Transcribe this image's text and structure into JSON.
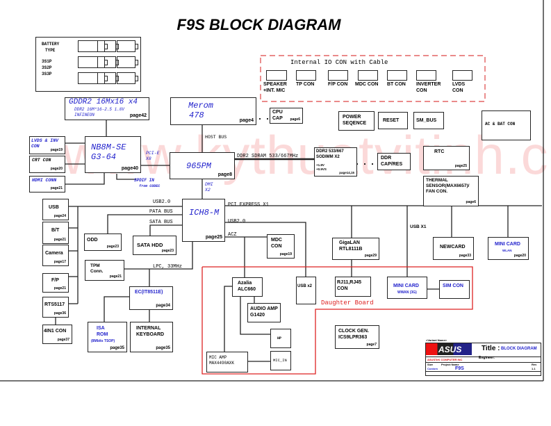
{
  "title": "F9S  BLOCK DIAGRAM",
  "watermark": "www.kythuatvitinh.com",
  "battery": {
    "label1": "BATTERY",
    "label2": "TYPE",
    "types": [
      "3S1P",
      "3S2P",
      "3S3P"
    ]
  },
  "internal_io": {
    "title": "Internal IO CON with Cable",
    "items": [
      [
        "SPEAKER",
        "+INT. MIC"
      ],
      [
        "TP CON",
        ""
      ],
      [
        "F/P CON",
        ""
      ],
      [
        "MDC CON",
        ""
      ],
      [
        "BT CON",
        ""
      ],
      [
        "INVERTER",
        "CON"
      ],
      [
        "LVDS",
        "CON"
      ]
    ]
  },
  "gddr": {
    "l1": "GDDR2 16Mx16 x4",
    "l2": "DDR2 16M*16-2.5 1.8V",
    "l3": "INFINEON",
    "page": "page42"
  },
  "merom": {
    "l1": "Merom",
    "l2": "478",
    "page": "page4"
  },
  "cpucap": {
    "l1": "CPU",
    "l2": "CAP",
    "page": "page6"
  },
  "power": {
    "l1": "POWER",
    "l2": "SEQENCE"
  },
  "reset": "RESET",
  "smbus": "SM_BUS",
  "acbat": "AC & BAT CON",
  "lvds": {
    "l1": "LVDS & INV",
    "l2": "CON",
    "page": "page19"
  },
  "crt": {
    "l1": "CRT CON",
    "page": "page20"
  },
  "hdmi": {
    "l1": "HDMI CONN",
    "page": "page21"
  },
  "nb": {
    "l1": "NB8M-SE",
    "l2": "G3-64",
    "page": "page40"
  },
  "pcie": {
    "l1": "PCI-E",
    "l2": "X8"
  },
  "spdif": {
    "l1": "SPDIF IN",
    "l2": "from CODEC"
  },
  "hostbus": "HOST BUS",
  "gmch": {
    "l1": "965PM",
    "page": "page8"
  },
  "ddrbus": "DDR2 SDRAM 533/667MHz",
  "sodimm": {
    "l1": "DDR2 533/667",
    "l2": "SODIMM X2",
    "l3": "+1.8V",
    "l4": "+0.9VS",
    "page": "page14,15"
  },
  "ddrcap": {
    "l1": "DDR",
    "l2": "CAP/RES"
  },
  "rtc": {
    "l1": "RTC",
    "page": "page25"
  },
  "thermal": {
    "l1": "THERMAL",
    "l2": "SENSOR(MAX6657)/",
    "l3": "FAN CON.",
    "page": "page6"
  },
  "dmi": {
    "l1": "DMI",
    "l2": "X2"
  },
  "ich": {
    "l1": "ICH8-M",
    "page": "page25"
  },
  "buses": {
    "usb_left": "USB2.0",
    "pata": "PATA BUS",
    "sata": "SATA BUS",
    "lpc": "LPC, 33MHz",
    "pcie_x1": "PCI EXPRESS X1",
    "usb_right": "USB2.0",
    "acz": "ACZ",
    "usbx1": "USB X1"
  },
  "left": [
    {
      "l1": "USB",
      "page": "page24"
    },
    {
      "l1": "B/T",
      "page": "page21"
    },
    {
      "l1": "Camera",
      "page": "page17"
    },
    {
      "l1": "F/P",
      "page": "page21"
    },
    {
      "l1": "RTS5117",
      "page": "page36"
    },
    {
      "l1": "4IN1 CON",
      "page": "page37"
    }
  ],
  "odd": {
    "l1": "ODD",
    "page": "page23"
  },
  "satahdd": {
    "l1": "SATA HDD",
    "page": "page23"
  },
  "tpm": {
    "l1": "TPM",
    "l2": "Conn.",
    "page": "page21"
  },
  "ec": {
    "l1": "EC(IT8511E)",
    "page": "page34"
  },
  "isarom": {
    "l1": "ISA",
    "l2": "ROM",
    "l3": "(8Mbits TSOP)",
    "page": "page35"
  },
  "kbd": {
    "l1": "INTERNAL",
    "l2": "KEYBOARD",
    "page": "page35"
  },
  "mdc": {
    "l1": "MDC",
    "l2": "CON",
    "page": "page19"
  },
  "daughter": "Daughter Board",
  "azalia": {
    "l1": "Azalia",
    "l2": "ALC660"
  },
  "audioamp": {
    "l1": "AUDIO AMP",
    "l2": "G1420"
  },
  "hp": "HP",
  "micamp": {
    "l1": "MIC AMP",
    "l2": "MAX4490AXK"
  },
  "micin": "MIC_IN",
  "usbx2": "USB x2",
  "gigalan": {
    "l1": "GigaLAN",
    "l2": "RTL8111B",
    "page": "page29"
  },
  "rj": {
    "l1": "RJ11,RJ45",
    "l2": "CON"
  },
  "wwan": {
    "l1": "MINI CARD",
    "l2": "WWAN (3G)"
  },
  "sim": "SIM CON",
  "newcard": {
    "l1": "NEWCARD",
    "page": "page33"
  },
  "wlan": {
    "l1": "MINI CARD",
    "l2": "WLAN",
    "page": "page20"
  },
  "clock": {
    "l1": "CLOCK GEN.",
    "l2": "ICS9LPR363",
    "page": "page7"
  },
  "titleblock": {
    "header": "<Variant Name>",
    "logo": "ASUS",
    "title_label": "Title :",
    "title": "BLOCK DIAGRAM",
    "company": "ASUSTeK COMPUTER INC",
    "engineer": "Engineer:",
    "size_label": "Size",
    "size": "Custom",
    "project_label": "Project Name",
    "project": "F9S",
    "rev_label": "Rev",
    "rev": "1.1"
  },
  "colors": {
    "blue": "#2222cc",
    "red": "#dd2222",
    "watermark": "#f07878"
  }
}
